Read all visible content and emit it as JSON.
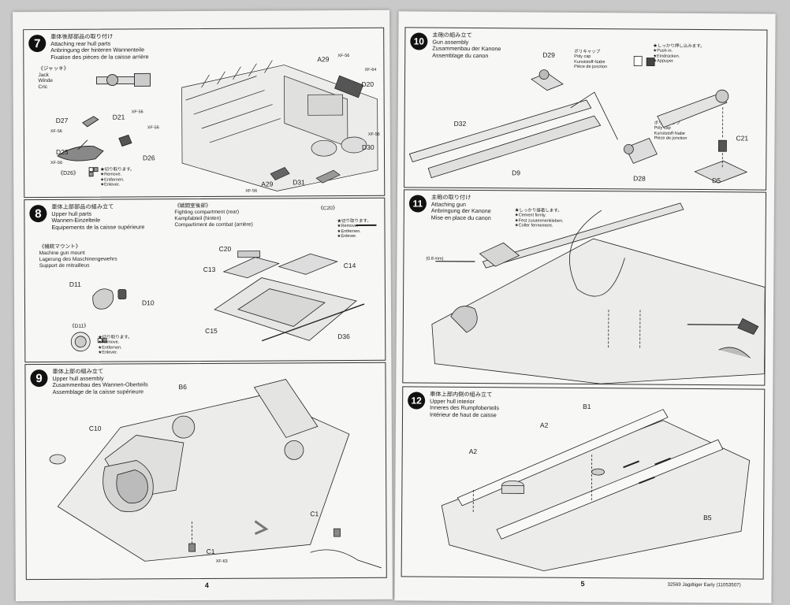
{
  "left_page": {
    "page_number": "4",
    "step7": {
      "number": "7",
      "title_ja": "車体後部部品の取り付け",
      "title_en": "Attaching rear hull parts",
      "title_de": "Anbringung der hinteren Wannenteile",
      "title_fr": "Fixation des pièces de la caisse arrière",
      "jack_ja": "《ジャッキ》",
      "jack_en": "Jack",
      "jack_de": "Winde",
      "jack_fr": "Cric",
      "d26_ref": "《D26》",
      "cut_ja": "★切り取ります。",
      "cut_en": "★Remove.",
      "cut_de": "★Entfernen.",
      "cut_fr": "★Enlever.",
      "parts": [
        "D27",
        "D21",
        "D25",
        "D26",
        "A29",
        "D20",
        "D30",
        "D31",
        "A29"
      ],
      "paints": [
        "XF-56",
        "XF-56",
        "XF-56",
        "XF-56",
        "XF-56",
        "XF-64",
        "XF-56",
        "XF-56"
      ]
    },
    "step8": {
      "number": "8",
      "title_ja": "車体上部部品の組み立て",
      "title_en": "Upper hull parts",
      "title_de": "Wannen-Einzelteile",
      "title_fr": "Equipements de la caisse supérieure",
      "fight_ja": "《戦闘室後部》",
      "fight_en": "Fighting compartment (rear)",
      "fight_de": "Kampfabteil (hinten)",
      "fight_fr": "Compartiment de combat (arrière)",
      "mg_ja": "《機銃マウント》",
      "mg_en": "Machine gun mount",
      "mg_de": "Lagerung des Maschinengewehrs",
      "mg_fr": "Support de mitrailleus",
      "c20_ref": "《C20》",
      "d11_ref": "《D11》",
      "cut_ja": "★切り取ります。",
      "cut_en": "★Remove.",
      "cut_de": "★Entfernen.",
      "cut_fr": "★Enlever.",
      "parts": [
        "C20",
        "C13",
        "C14",
        "C15",
        "D36",
        "D11",
        "D10"
      ]
    },
    "step9": {
      "number": "9",
      "title_ja": "車体上部の組み立て",
      "title_en": "Upper hull assembly",
      "title_de": "Zusammenbau des Wannen-Oberteils",
      "title_fr": "Assemblage de la caisse supérieure",
      "parts": [
        "B6",
        "C10",
        "C1",
        "C1"
      ],
      "paint": "XF-63"
    }
  },
  "right_page": {
    "page_number": "5",
    "footer": "32569  Jagdtiger Early (11053507)",
    "step10": {
      "number": "10",
      "title_ja": "主砲の組み立て",
      "title_en": "Gun assembly",
      "title_de": "Zusammenbau der Kanone",
      "title_fr": "Assemblage du canon",
      "polycap_ja": "ポリキャップ",
      "polycap_en": "Poly cap",
      "polycap_de": "Kunststoff-Nabe",
      "polycap_fr": "Pièce de jonction",
      "push_ja": "★しっかり押し込みます。",
      "push_en": "★Push in.",
      "push_de": "★Eindrücken.",
      "push_fr": "★Appuyer.",
      "parts": [
        "D29",
        "D32",
        "D9",
        "D28",
        "C21",
        "D5"
      ]
    },
    "step11": {
      "number": "11",
      "title_ja": "主砲の取り付け",
      "title_en": "Attaching gun",
      "title_de": "Anbringung der Kanone",
      "title_fr": "Mise en place du canon",
      "cement_ja": "★しっかり接着します。",
      "cement_en": "★Cement firmly.",
      "cement_de": "★Fest zusammenkleben.",
      "cement_fr": "★Coller fermement.",
      "drill": "(0.8 mm)"
    },
    "step12": {
      "number": "12",
      "title_ja": "車体上部内側の組み立て",
      "title_en": "Upper hull interior",
      "title_de": "Inneres des Rumpfoberteils",
      "title_fr": "Intérieur de haut de caisse",
      "parts": [
        "B1",
        "A2",
        "A2",
        "B5"
      ]
    }
  }
}
